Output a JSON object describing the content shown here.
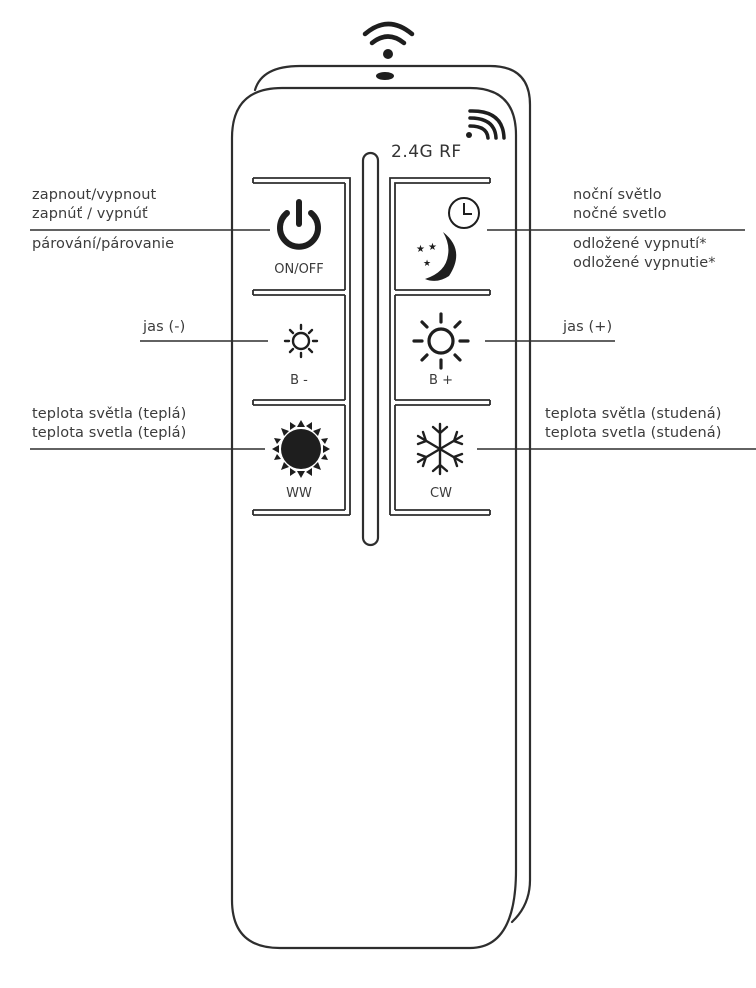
{
  "remote": {
    "rf_label": "2.4G  RF",
    "colors": {
      "stroke": "#2e2e2e",
      "text": "#3c3c3c",
      "background": "#ffffff"
    }
  },
  "buttons": [
    {
      "id": "on-off",
      "caption": "ON/OFF",
      "icon": "power-icon"
    },
    {
      "id": "night-timer",
      "caption": "",
      "icon": "moon-clock-icon"
    },
    {
      "id": "brightness-down",
      "caption": "B -",
      "icon": "sun-small-icon"
    },
    {
      "id": "brightness-up",
      "caption": "B +",
      "icon": "sun-large-icon"
    },
    {
      "id": "warm-white",
      "caption": "WW",
      "icon": "sun-filled-icon"
    },
    {
      "id": "cool-white",
      "caption": "CW",
      "icon": "snowflake-icon"
    }
  ],
  "annotations": {
    "on_off": {
      "line1": "zapnout/vypnout",
      "line2": "zapnúť / vypnúť",
      "line3": "párování/párovanie"
    },
    "night": {
      "line1": "noční světlo",
      "line2": "nočné svetlo",
      "line3": "odložené vypnutí*",
      "line4": "odložené vypnutie*"
    },
    "b_minus": {
      "line1": "jas (-)"
    },
    "b_plus": {
      "line1": "jas (+)"
    },
    "ww": {
      "line1": "teplota světla (teplá)",
      "line2": "teplota svetla (teplá)"
    },
    "cw": {
      "line1": "teplota světla (studená)",
      "line2": "teplota svetla (studená)"
    }
  }
}
